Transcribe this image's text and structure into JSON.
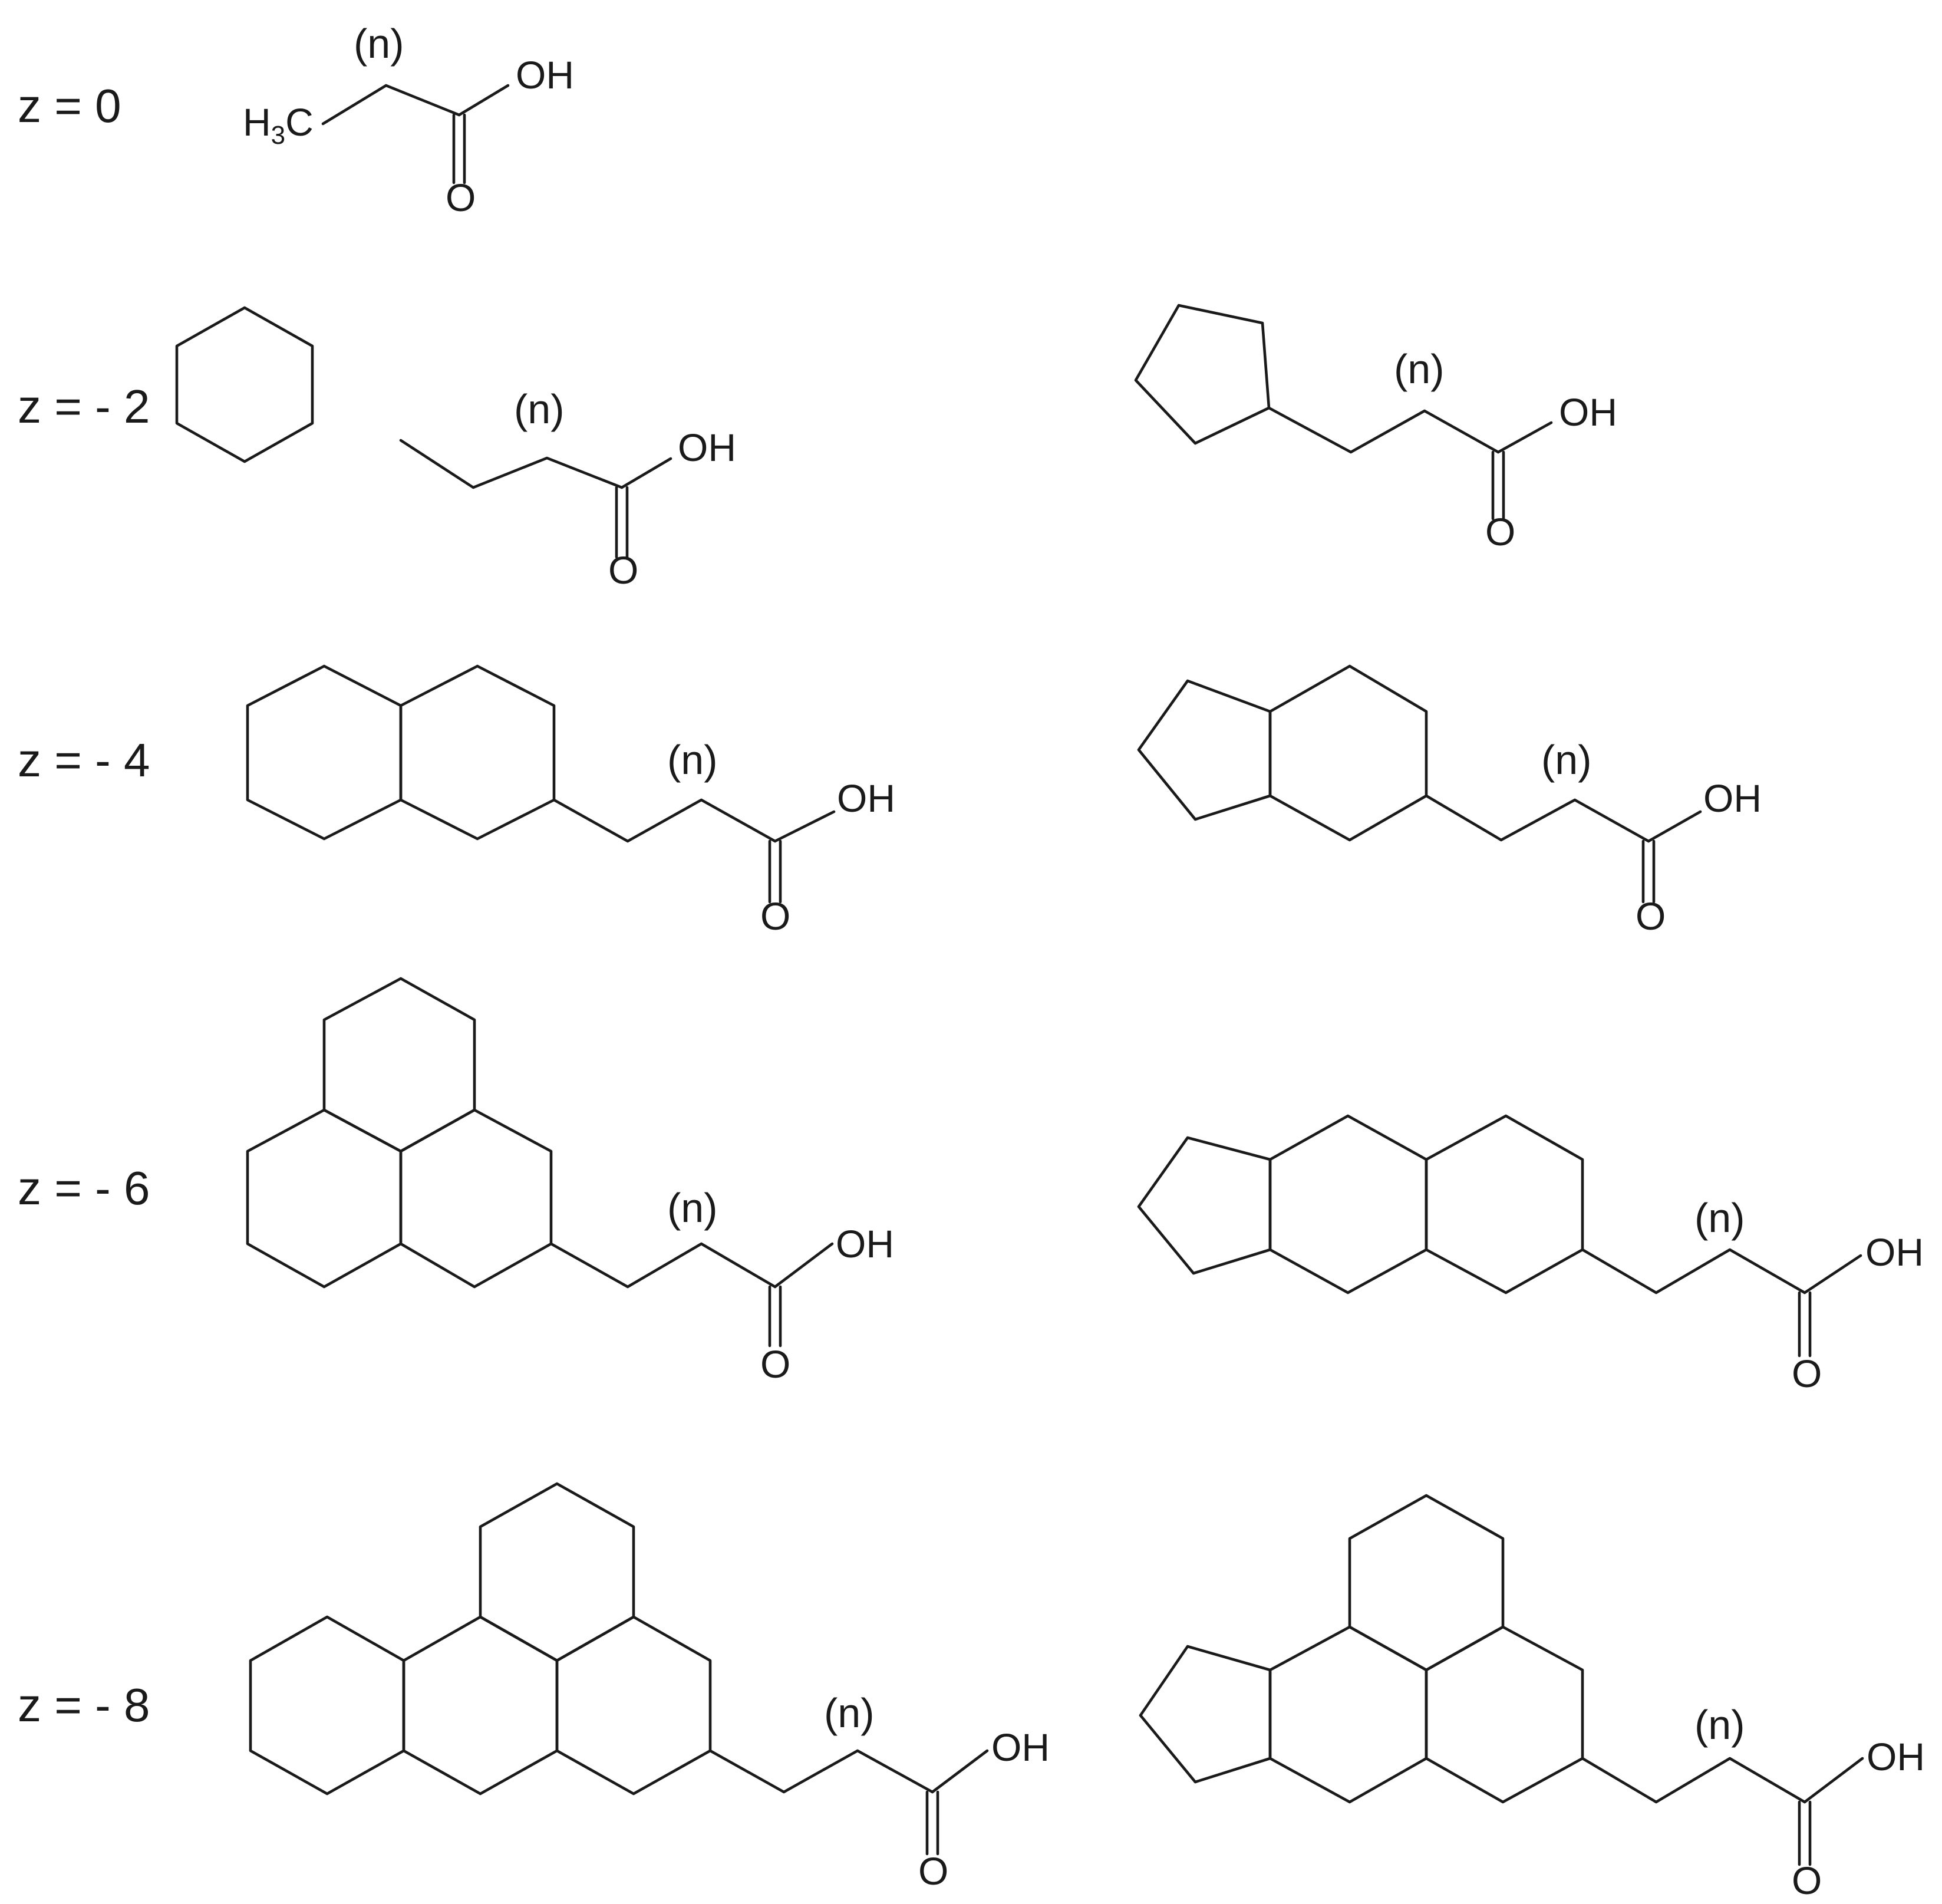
{
  "rows": [
    {
      "label": "z = 0"
    },
    {
      "label": "z = - 2"
    },
    {
      "label": "z = - 4"
    },
    {
      "label": "z = - 6"
    },
    {
      "label": "z = - 8"
    }
  ],
  "chem": {
    "repeat_unit": "(n)",
    "hydroxyl": "OH",
    "carbonyl_oxygen": "O",
    "methyl_main": "H",
    "methyl_subscript": "3",
    "methyl_tail": "C"
  }
}
